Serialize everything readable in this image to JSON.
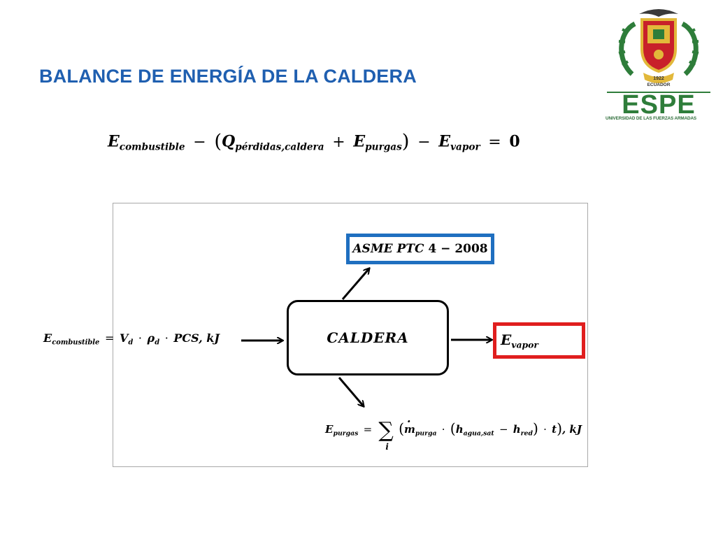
{
  "slide": {
    "title": "BALANCE DE ENERGÍA DE LA CALDERA"
  },
  "logo": {
    "wordmark": "ESPE",
    "caption": "UNIVERSIDAD DE LAS FUERZAS ARMADAS",
    "year": "1922",
    "country": "ECUADOR",
    "colors": {
      "green": "#2e7d3a",
      "red": "#c8202a",
      "gold": "#e2b83a"
    }
  },
  "main_equation": {
    "e_symbol": "E",
    "q_symbol": "Q",
    "combustible_sub": "combustible",
    "perdidas_sub": "pérdidas,caldera",
    "purgas_sub": "purgas",
    "vapor_sub": "vapor",
    "minus": "−",
    "plus": "+",
    "equals": "=",
    "zero": "0"
  },
  "diagram": {
    "center_label": "CALDERA",
    "asme_text": "ASME PTC ",
    "asme_num": "4 − 2008",
    "evapor_symbol": "E",
    "evapor_sub": "vapor",
    "colors": {
      "asme_border": "#1f6fc0",
      "evapor_border": "#e01e1e",
      "frame": "#a9a9a9"
    },
    "combustible_input": {
      "lhs_symbol": "E",
      "lhs_sub": "combustible",
      "equals": "=",
      "v": "V",
      "v_sub": "d",
      "dot": "·",
      "rho": "ρ",
      "rho_sub": "d",
      "pcs": "PCS, kJ"
    },
    "purgas_output": {
      "lhs_symbol": "E",
      "lhs_sub": "purgas",
      "equals": "=",
      "sigma": "∑",
      "index": "i",
      "m": "m",
      "m_sub": "purga",
      "dot": "·",
      "h1": "h",
      "h1_sub": "agua,sat",
      "minus": "−",
      "h2": "h",
      "h2_sub": "red",
      "t": "t",
      "units": ", kJ"
    }
  }
}
